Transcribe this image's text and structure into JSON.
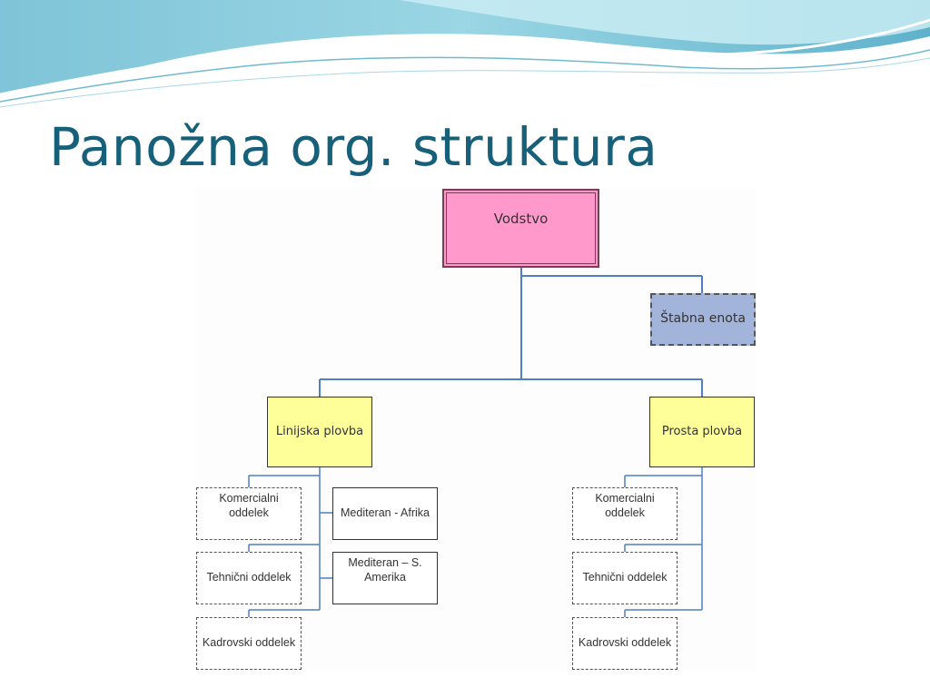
{
  "slide": {
    "title": "Panožna org. struktura"
  },
  "org_chart": {
    "top": "Vodstvo",
    "staff_unit": "Štabna enota",
    "divisions": [
      {
        "label": "Linijska plovba",
        "departments": [
          "Komercialni oddelek",
          "Tehnični oddelek",
          "Kadrovski oddelek"
        ],
        "routes": [
          "Mediteran - Afrika",
          "Mediteran – S. Amerika"
        ]
      },
      {
        "label": "Prosta plovba",
        "departments": [
          "Komercialni oddelek",
          "Tehnični oddelek",
          "Kadrovski oddelek"
        ]
      }
    ]
  },
  "colors": {
    "title": "#17607a",
    "connector": "#4f7fc2",
    "top_fill": "#ff99cc",
    "staff_fill": "#a3b4da",
    "division_fill": "#ffff99"
  }
}
